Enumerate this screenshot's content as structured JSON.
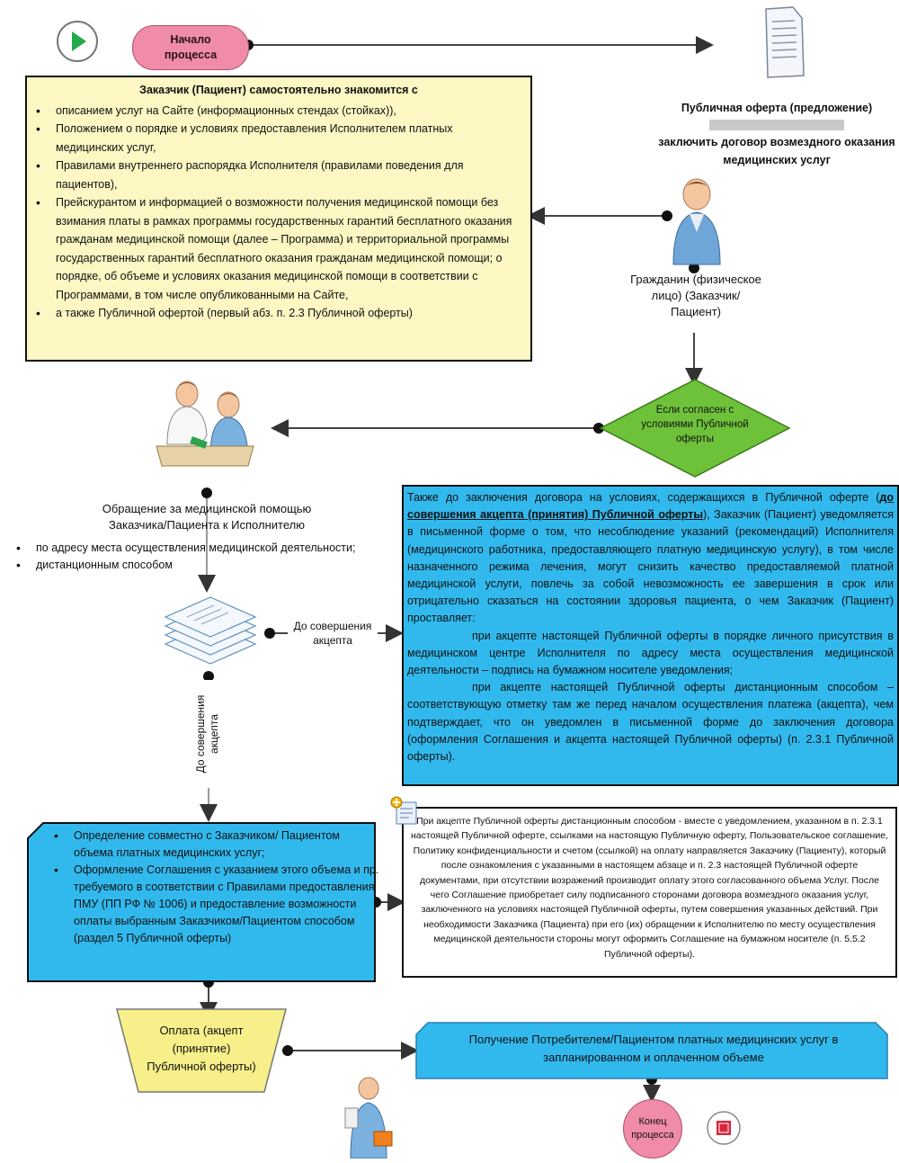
{
  "start": {
    "label": "Начало процесса"
  },
  "summary_box": {
    "title": "Заказчик (Пациент) самостоятельно знакомится с",
    "items": [
      "описанием услуг на Сайте (информационных стендах (стойках)),",
      "Положением о порядке и условиях предоставления Исполнителем платных медицинских услуг,",
      "Правилами внутреннего распорядка Исполнителя (правилами поведения для пациентов),",
      "Прейскурантом и информацией о возможности получения медицинской помощи без взимания платы в рамках программы государственных гарантий бесплатного оказания гражданам медицинской помощи (далее – Программа) и территориальной программы государственных гарантий бесплатного оказания гражданам медицинской помощи; о порядке, об объеме и условиях оказания медицинской помощи в соответствии с Программами, в том числе опубликованными на Сайте,",
      "а также Публичной офертой (первый абз. п. 2.3 Публичной оферты)"
    ]
  },
  "offer": {
    "line1": "Публичная оферта (предложение)",
    "line2": "заключить договор возмездного оказания медицинских услуг"
  },
  "citizen": {
    "label": "Гражданин (физическое лицо) (Заказчик/Пациент)"
  },
  "decision": {
    "label": "Если согласен с условиями Публичной оферты"
  },
  "appeal": {
    "title": "Обращение за медицинской помощью Заказчика/Пациента к Исполнителю",
    "items": [
      "по адресу места осуществления медицинской деятельности;",
      "дистанционным способом"
    ]
  },
  "edge_labels": {
    "before_accept_right": "До совершения акцепта",
    "before_accept_down": "До совершения акцепта"
  },
  "warning_box": {
    "intro": "Также до заключения договора на условиях, содержащихся в Публичной оферте (",
    "intro_underlined": "до совершения акцепта (принятия) Публичной оферты",
    "intro_rest": "), Заказчик (Пациент) уведомляется в письменной форме о том, что несоблюдение указаний (рекомендаций) Исполнителя (медицинского работника, предоставляющего платную медицинскую услугу), в том числе назначенного режима лечения, могут снизить качество предоставляемой платной медицинской услуги, повлечь за собой невозможность ее завершения в срок или отрицательно сказаться на состоянии здоровья пациента, о чем Заказчик (Пациент) проставляет:",
    "item1": "при акцепте настоящей Публичной оферты в порядке личного присутствия в медицинском центре Исполнителя по адресу места осуществления медицинской деятельности – подпись на бумажном носителе уведомления;",
    "item2": "при акцепте настоящей Публичной оферты дистанционным способом – соответствующую отметку там же перед началом осуществления платежа (акцепта), чем подтверждает, что он уведомлен в письменной форме до заключения договора (оформления Соглашения и акцепта настоящей Публичной оферты) (п. 2.3.1 Публичной оферты)."
  },
  "agreement_box": {
    "items": [
      "Определение совместно с Заказчиком/ Пациентом объема платных медицинских услуг;",
      "Оформление Соглашения с указанием этого объема и пр. требуемого в соответствии с Правилами предоставления ПМУ (ПП РФ № 1006) и предоставление возможности оплаты выбранным Заказчиком/Пациентом способом (раздел 5 Публичной оферты)"
    ]
  },
  "note_box": {
    "text": "При акцепте Публичной оферты дистанционным способом - вместе с уведомлением, указанном в п. 2.3.1 настоящей Публичной оферте, ссылками на настоящую Публичную оферту, Пользовательское соглашение, Политику конфиденциальности и счетом (ссылкой) на оплату направляется Заказчику (Пациенту), который после ознакомления с указанными в настоящем абзаце и п. 2.3 настоящей Публичной оферте документами, при отсутствии возражений производит оплату этого согласованного объема Услуг. После чего Соглашение приобретает силу подписанного сторонами договора возмездного оказания услуг, заключенного на условиях настоящей Публичной оферты, путем совершения указанных действий. При необходимости Заказчика (Пациента) при его (их) обращении к Исполнителю по месту осуществления медицинской деятельности стороны могут оформить Соглашение на бумажном носителе (п. 5.5.2 Публичной оферты)."
  },
  "payment": {
    "label": "Оплата (акцепт (принятие) Публичной оферты)"
  },
  "receipt": {
    "label": "Получение Потребителем/Пациентом платных медицинских услуг в запланированном и оплаченном объеме"
  },
  "end": {
    "label": "Конец процесса"
  },
  "colors": {
    "yellow": "#fdf7c3",
    "blue": "#31b9ee",
    "pink": "#f08ca8",
    "green": "#6ec23a",
    "arrow": "#444444"
  }
}
